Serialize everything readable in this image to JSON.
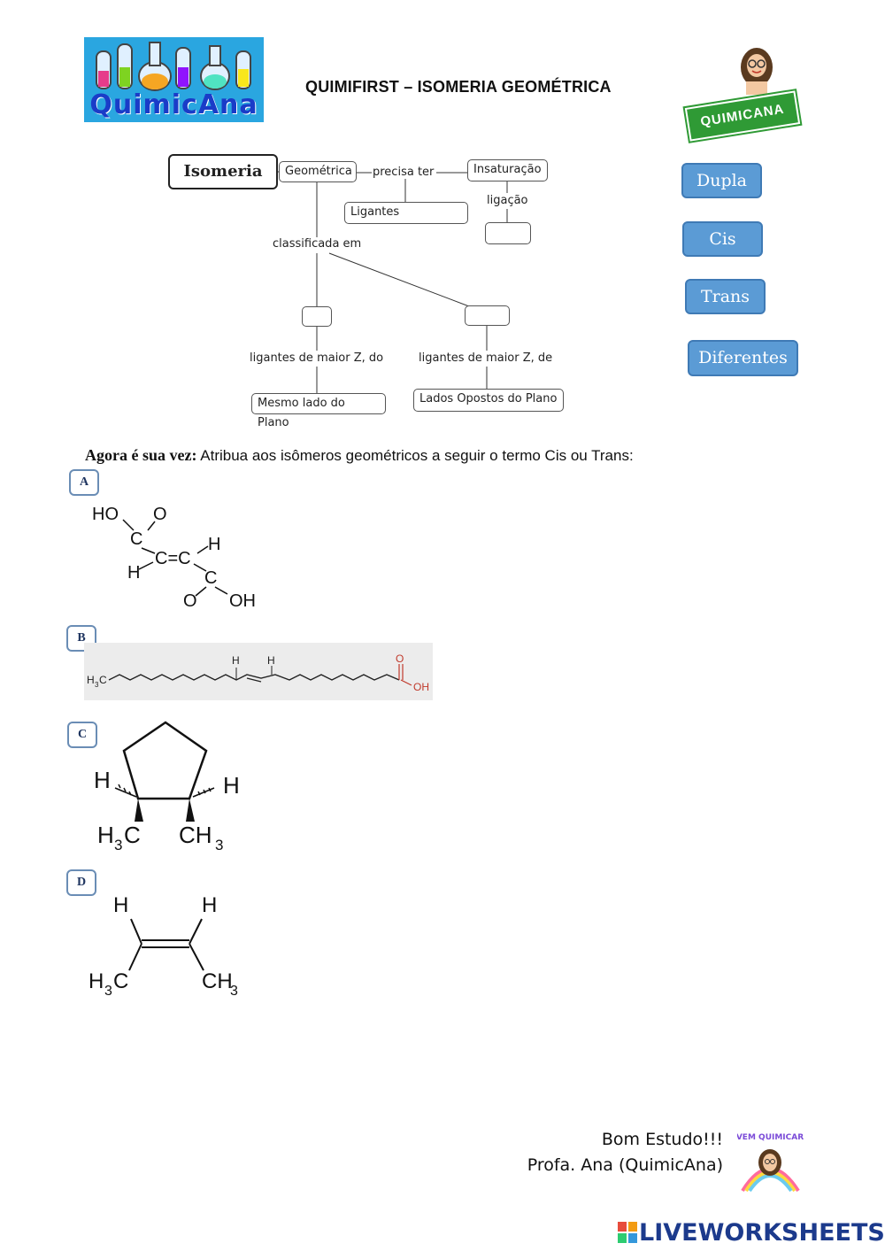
{
  "header": {
    "logo_left_text": "QuimicAna",
    "title": "QUIMIFIRST – ISOMERIA GEOMÉTRICA",
    "logo_right_text": "QUIMICANA"
  },
  "concept_map": {
    "root": "Isomeria",
    "geometrica": "Geométrica",
    "precisa_ter": "precisa ter",
    "insaturacao": "Insaturação",
    "ligantes": "Ligantes",
    "ligacao": "ligação",
    "classificada_em": "classificada em",
    "left_desc": "ligantes de maior Z, do",
    "right_desc": "ligantes de maior Z, de",
    "left_result": "Mesmo lado do Plano",
    "right_result": "Lados Opostos do Plano"
  },
  "word_bank": [
    "Dupla",
    "Cis",
    "Trans",
    "Diferentes"
  ],
  "exercise": {
    "prompt_bold": "Agora é sua vez:",
    "prompt_rest": " Atribua aos isômeros geométricos a seguir o termo Cis ou Trans:",
    "items": [
      "A",
      "B",
      "C",
      "D"
    ]
  },
  "molecules": {
    "a": {
      "ho": "HO",
      "o1": "O",
      "c1": "C",
      "h1": "H",
      "cc": "C=C",
      "h2": "H",
      "c2": "C",
      "o2": "O",
      "oh": "OH"
    },
    "b": {
      "h3c": "H",
      "three": "3",
      "c": "C",
      "h_left": "H",
      "h_right": "H",
      "o": "O",
      "oh": "OH"
    },
    "c": {
      "h_left": "H",
      "h_right": "H",
      "h3c_h": "H",
      "h3c_3": "3",
      "h3c_c": "C",
      "ch3_c": "CH",
      "ch3_3": "3"
    },
    "d": {
      "h_left": "H",
      "h_right": "H",
      "h3c_h": "H",
      "h3c_3": "3",
      "h3c_c": "C",
      "ch3_c": "CH",
      "ch3_3": "3"
    }
  },
  "footer": {
    "line1": "Bom Estudo!!!",
    "line2": "Profa. Ana (QuimicAna)",
    "sticker": "VEM QUIMICAR"
  },
  "brand": "LIVEWORKSHEETS",
  "colors": {
    "chip_fill": "#5b9bd5",
    "chip_border": "#3f7ab5",
    "letter_border": "#6a8db5",
    "brand": "#1c3a8c"
  }
}
